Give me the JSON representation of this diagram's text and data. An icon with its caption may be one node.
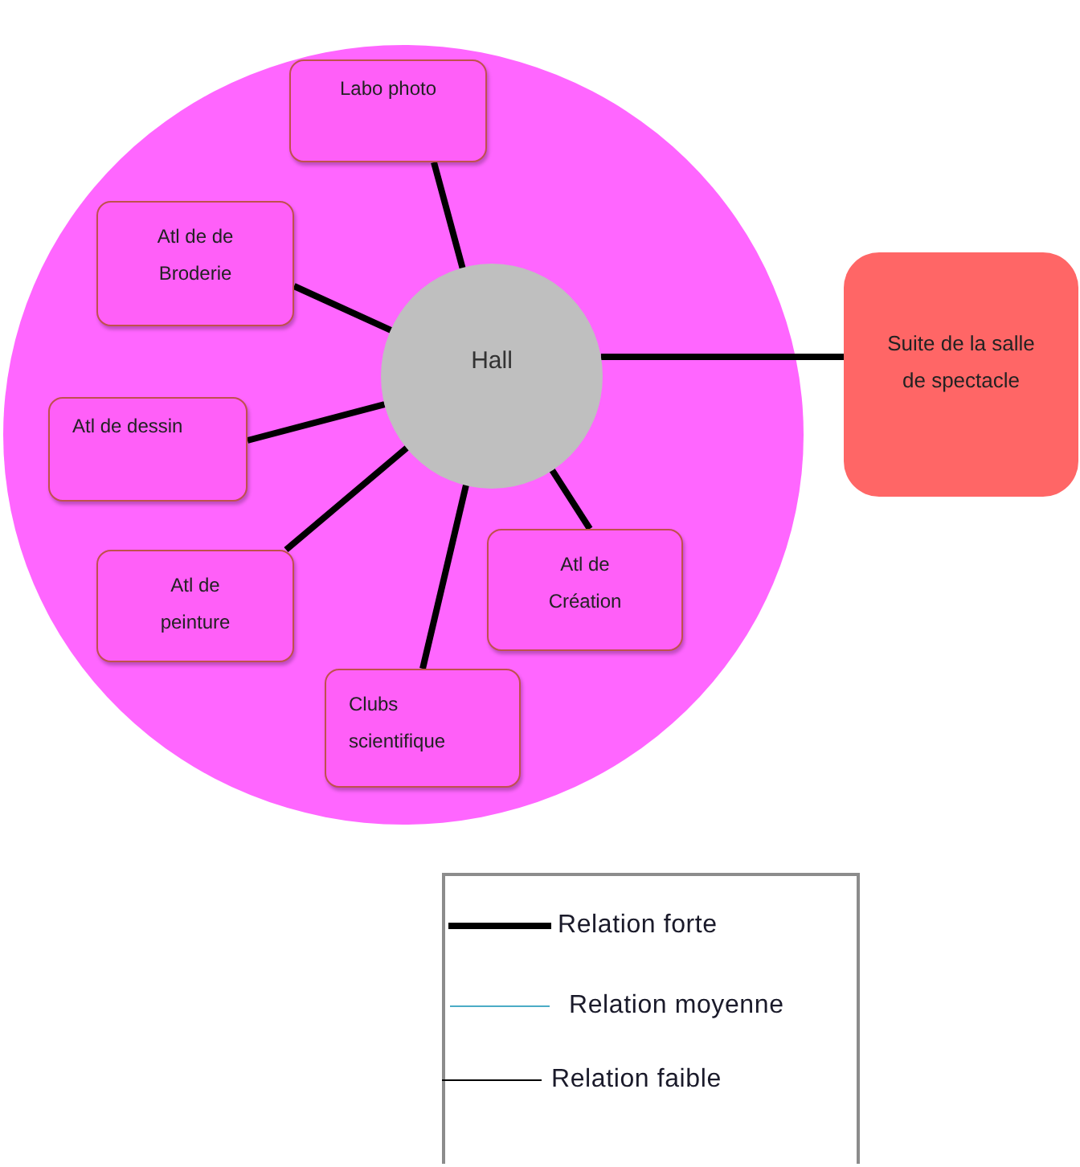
{
  "diagram": {
    "nodes": [
      {
        "text": [],
        "shape": "circle"
      },
      {
        "text": [
          "Labo photo"
        ],
        "in": 0
      },
      {
        "text": [
          "Atl de de Broderie"
        ],
        "in": 0
      },
      {
        "text": [
          "Hall"
        ],
        "in": 0
      },
      {
        "text": [
          "Suite de la salle de spectacle"
        ]
      },
      {
        "text": [
          "Atl de dessin"
        ],
        "in": 0
      },
      {
        "text": [
          "Atl de peinture"
        ],
        "in": 0
      },
      {
        "text": [
          "Atl de Création"
        ],
        "in": 0
      },
      {
        "text": [
          "Clubs scientifique"
        ],
        "in": 0
      }
    ],
    "edges": [
      {
        "from": 3,
        "to": 1,
        "arrow": "none"
      },
      {
        "from": 3,
        "to": 2,
        "arrow": "none"
      },
      {
        "from": 3,
        "to": 4,
        "arrow": "none"
      },
      {
        "from": 3,
        "to": 5,
        "arrow": "none"
      },
      {
        "from": 3,
        "to": 6,
        "arrow": "none"
      },
      {
        "from": 3,
        "to": 8,
        "arrow": "none"
      },
      {
        "from": 3,
        "to": 7,
        "arrow": "none"
      }
    ],
    "legend": [
      {
        "text": "Relation forte"
      },
      {
        "text": "Relation moyenne"
      },
      {
        "text": "Relation faible"
      }
    ]
  }
}
